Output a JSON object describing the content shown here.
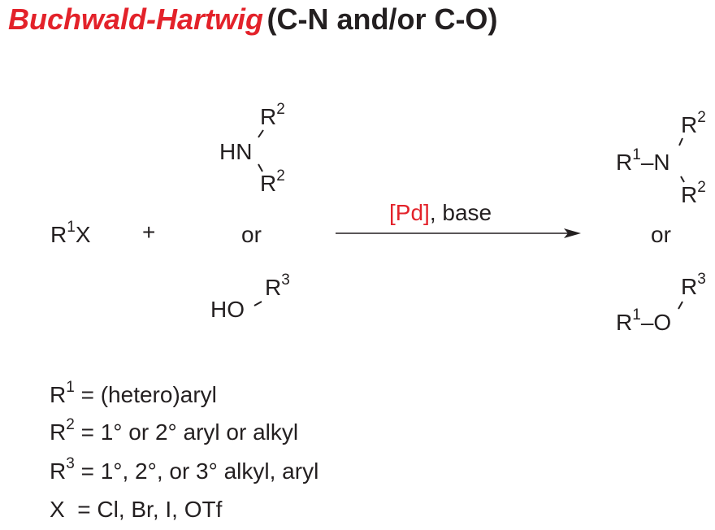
{
  "title": {
    "name_reaction": "Buchwald-Hartwig",
    "subtitle": "(C-N and/or C-O)",
    "name_color": "#e3222a"
  },
  "scheme": {
    "reactant1": {
      "base": "R",
      "sup": "1",
      "tail": "X"
    },
    "plus": "+",
    "amine": {
      "hn": "HN",
      "r_top": "R",
      "r_top_sup": "2",
      "r_bottom": "R",
      "r_bottom_sup": "2"
    },
    "or_left": "or",
    "alcohol": {
      "ho": "HO",
      "r": "R",
      "r_sup": "3"
    },
    "conditions": {
      "catalyst": "[Pd]",
      "rest": ", base",
      "catalyst_color": "#e3222a"
    },
    "product_amine": {
      "r1": "R",
      "r1_sup": "1",
      "bond": "–",
      "n": "N",
      "r_top": "R",
      "r_top_sup": "2",
      "r_bottom": "R",
      "r_bottom_sup": "2"
    },
    "or_right": "or",
    "product_ether": {
      "r1": "R",
      "r1_sup": "1",
      "bond": "–",
      "o": "O",
      "r": "R",
      "r_sup": "3"
    }
  },
  "definitions": [
    {
      "sym": "R",
      "sup": "1",
      "text": " = (hetero)aryl"
    },
    {
      "sym": "R",
      "sup": "2",
      "text_html": " = 1° or 2° aryl or alkyl",
      "text": " = 1° or 2° aryl or alkyl"
    },
    {
      "sym": "R",
      "sup": "3",
      "text": " = 1°, 2°, or 3° alkyl, aryl"
    },
    {
      "sym": "X",
      "sup": "",
      "text": "  = Cl, Br, I, OTf"
    }
  ]
}
